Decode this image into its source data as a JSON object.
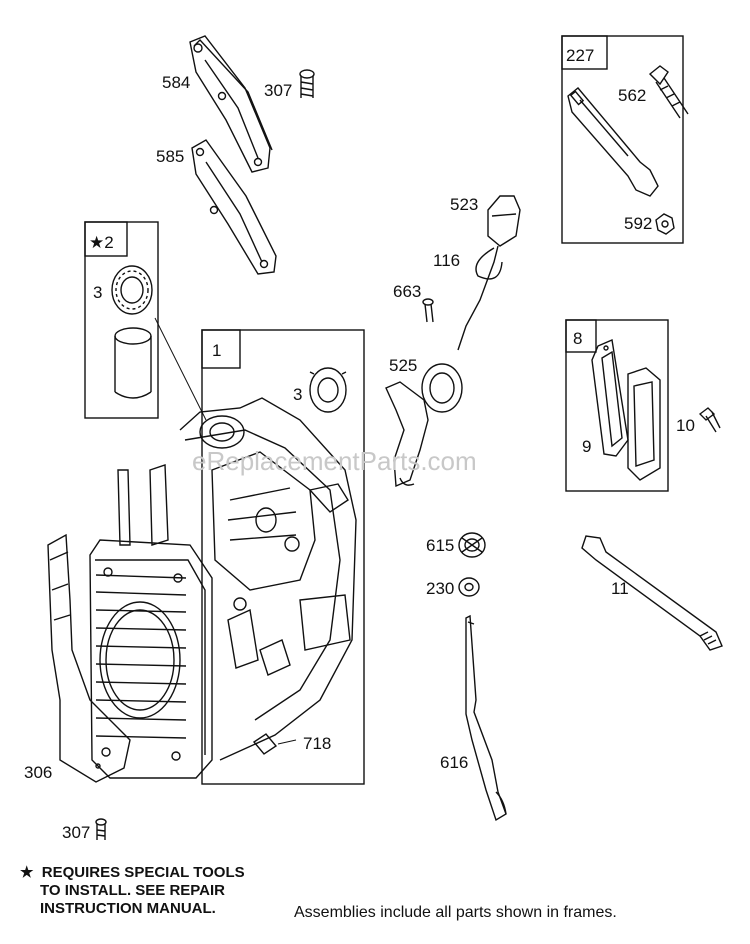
{
  "watermark": "eReplacementParts.com",
  "frames": {
    "frame_2": "★2",
    "frame_1": "1",
    "frame_227": "227",
    "frame_8": "8"
  },
  "labels": {
    "p584": "584",
    "p307a": "307",
    "p585": "585",
    "p3a": "3",
    "p3b": "3",
    "p523": "523",
    "p116": "116",
    "p663": "663",
    "p525": "525",
    "p562": "562",
    "p592": "592",
    "p9": "9",
    "p10": "10",
    "p615": "615",
    "p230": "230",
    "p11": "11",
    "p616": "616",
    "p718": "718",
    "p306": "306",
    "p307b": "307"
  },
  "notes": {
    "star": "★",
    "line1": "REQUIRES SPECIAL TOOLS",
    "line2": "TO INSTALL.  SEE REPAIR",
    "line3": "INSTRUCTION MANUAL.",
    "footer": "Assemblies include all parts shown in frames."
  }
}
